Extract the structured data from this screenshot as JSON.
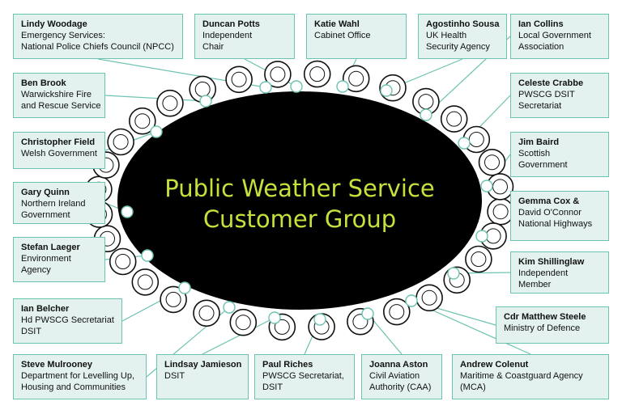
{
  "title_lines": [
    "Public Weather Service",
    "Customer Group"
  ],
  "colors": {
    "box_bg": "#e3f2ef",
    "box_border": "#6cc3b1",
    "table": "#000000",
    "title": "#c6e03c"
  },
  "members": [
    {
      "name": "Lindy Woodage",
      "role": [
        "Emergency Services:",
        "National Police Chiefs Council (NPCC)"
      ]
    },
    {
      "name": "Duncan Potts",
      "role": [
        "Independent",
        "Chair"
      ]
    },
    {
      "name": "Katie Wahl",
      "role": [
        "Cabinet Office"
      ]
    },
    {
      "name": "Agostinho Sousa",
      "role": [
        "UK Health",
        "Security Agency"
      ]
    },
    {
      "name": "Ian Collins",
      "role": [
        "Local Government",
        "Association"
      ]
    },
    {
      "name": "Ben Brook",
      "role": [
        "Warwickshire Fire",
        "and Rescue Service"
      ]
    },
    {
      "name": "Celeste Crabbe",
      "role": [
        "PWSCG DSIT",
        "Secretariat"
      ]
    },
    {
      "name": "Christopher Field",
      "role": [
        "Welsh Government"
      ]
    },
    {
      "name": "Jim Baird",
      "role": [
        "Scottish",
        "Government"
      ]
    },
    {
      "name": "Gary Quinn",
      "role": [
        "Northern Ireland",
        "Government"
      ]
    },
    {
      "name": "Gemma Cox &",
      "role": [
        "David O'Connor",
        "National Highways"
      ]
    },
    {
      "name": "Stefan Laeger",
      "role": [
        "Environment",
        "Agency"
      ]
    },
    {
      "name": "Kim Shillinglaw",
      "role": [
        "Independent",
        "Member"
      ]
    },
    {
      "name": "Ian Belcher",
      "role": [
        "Hd PWSCG Secretariat",
        "DSIT"
      ]
    },
    {
      "name": "Cdr Matthew Steele",
      "role": [
        "Ministry of Defence"
      ]
    },
    {
      "name": "Steve Mulrooney",
      "role": [
        "Department for Levelling Up,",
        "Housing and Communities"
      ]
    },
    {
      "name": "Lindsay Jamieson",
      "role": [
        "DSIT"
      ]
    },
    {
      "name": "Paul Riches",
      "role": [
        "PWSCG Secretariat,",
        "DSIT"
      ]
    },
    {
      "name": "Joanna Aston",
      "role": [
        "Civil Aviation",
        "Authority (CAA)"
      ]
    },
    {
      "name": "Andrew Colenut",
      "role": [
        "Maritime & Coastguard Agency",
        "(MCA)"
      ]
    }
  ]
}
